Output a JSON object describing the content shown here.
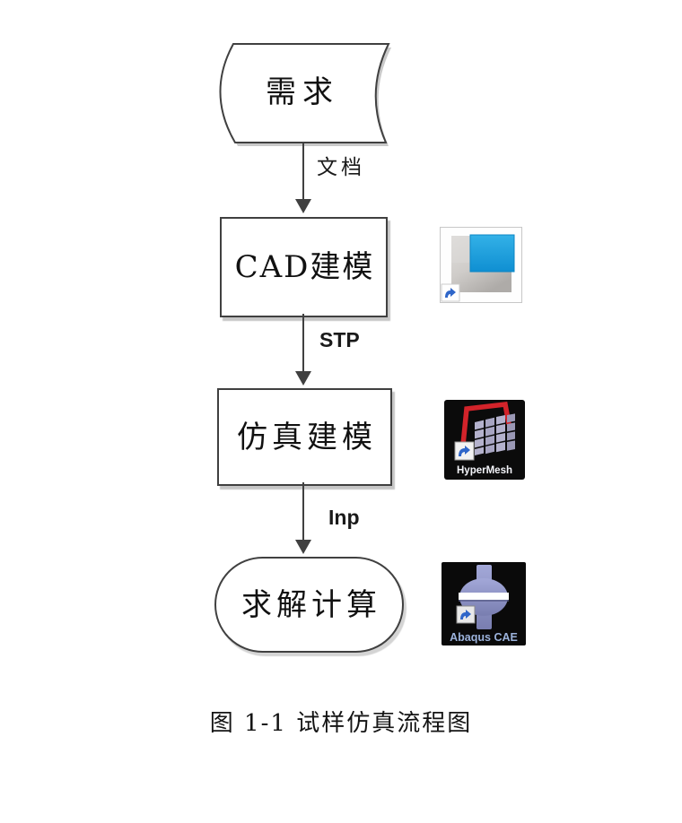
{
  "figure": {
    "caption": "图 1-1 试样仿真流程图"
  },
  "flowchart": {
    "nodes": [
      {
        "id": "requirements",
        "shape": "stored-data",
        "label": "需求"
      },
      {
        "id": "cad-modeling",
        "shape": "rectangle",
        "label": "CAD建模"
      },
      {
        "id": "simulation-modeling",
        "shape": "rectangle",
        "label": "仿真建模"
      },
      {
        "id": "solve-compute",
        "shape": "terminator",
        "label": "求解计算"
      }
    ],
    "edges": [
      {
        "from": "requirements",
        "to": "cad-modeling",
        "label": "文档"
      },
      {
        "from": "cad-modeling",
        "to": "simulation-modeling",
        "label": "STP"
      },
      {
        "from": "simulation-modeling",
        "to": "solve-compute",
        "label": "Inp"
      }
    ]
  },
  "icons": {
    "cad": {
      "name": "nx-cad-shortcut",
      "label": ""
    },
    "hypermesh": {
      "name": "hypermesh-shortcut",
      "label": "HyperMesh"
    },
    "abaqus": {
      "name": "abaqus-cae-shortcut",
      "label": "Abaqus CAE"
    }
  },
  "colors": {
    "outline": "#404040",
    "shadow": "#c6c6c6",
    "cad_blue": "#1d9fdb",
    "hypermesh_red": "#d2232a",
    "abaqus_periwinkle": "#8b90c3",
    "icon_label_blue": "#9cb3dc"
  }
}
